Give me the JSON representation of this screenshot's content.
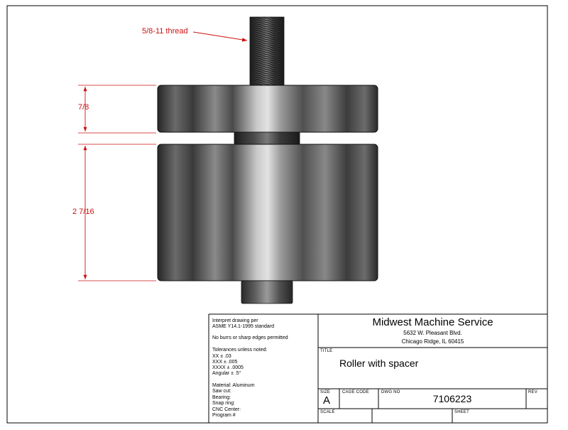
{
  "callouts": {
    "thread": "5/8-11 thread",
    "top_height": "7/8",
    "main_height": "2 7/16"
  },
  "notes": {
    "line1": "Interpret drawing per",
    "line2": "ASME Y14.1-1995 standard",
    "line3": "No burrs or sharp edges permitted",
    "tolerances_title": "Tolerances unless noted:",
    "tol_xx": "XX ± .03",
    "tol_xxx": "XXX ± .005",
    "tol_xxxx": "XXXX ± .0005",
    "tol_angular": "Angular ± .5°",
    "material": "Material: Aluminum",
    "saw_cut": "Saw cut:",
    "bearing": "Bearing:",
    "snap_ring": "Snap ring:",
    "cnc_center": "CNC Center:",
    "program": "Program #"
  },
  "title_block": {
    "company": "Midwest Machine Service",
    "address1": "5632 W. Pleasant Blvd.",
    "address2": "Chicago Ridge, IL 60415",
    "title_label": "TITLE",
    "title": "Roller with spacer",
    "size_label": "SIZE",
    "size_value": "A",
    "cage_label": "CAGE CODE",
    "dwg_label": "DWG NO",
    "dwg_value": "7106223",
    "rev_label": "REV",
    "scale_label": "SCALE",
    "sheet_label": "SHEET"
  },
  "colors": {
    "dimension": "#cc1111",
    "metal_dark": "#2e2e2e",
    "metal_light": "#d6d6d6"
  }
}
